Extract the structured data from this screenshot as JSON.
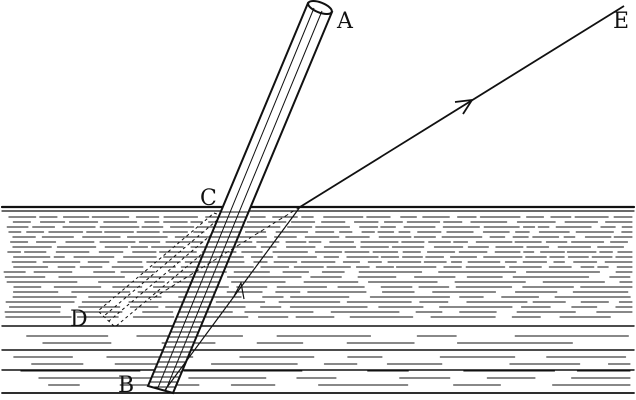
{
  "diagram": {
    "description_kind": "refraction of a stick in water",
    "labels": {
      "a": "A",
      "b": "B",
      "c": "C",
      "d": "D",
      "e": "E"
    },
    "colors": {
      "ink": "#111111",
      "paper": "#ffffff"
    }
  }
}
